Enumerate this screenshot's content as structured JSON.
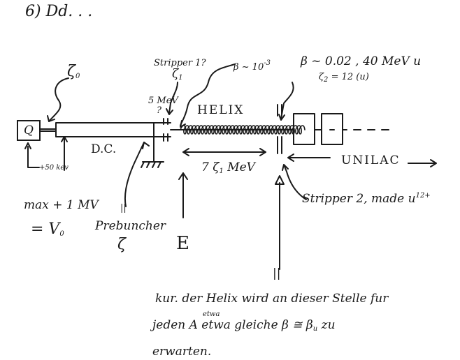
{
  "note": {
    "heading": "6) Dd. . .",
    "source_label": "Q",
    "zeta0": "ζ",
    "zeta0_sub": "0",
    "stripper1": "Stripper 1?",
    "zeta1_top": "ζ",
    "zeta1_top_sub": "1",
    "beta_small": "β ~ 10",
    "beta_small_exp": "-3",
    "beta_right": "β ~ 0.02 , 40 MeV u",
    "zeta2": "ζ",
    "zeta2_rest": "= 12 (u)",
    "zeta2_sub": "2",
    "five_mev": "5 MeV",
    "five_mev_q": "?",
    "helix": "HELIX",
    "dc": "D.C.",
    "ground_note": "+50 kev",
    "max_hv": "max + 1 MV",
    "v0": "= V",
    "v0_sub": "0",
    "prebuncher": "Prebuncher",
    "prebuncher_marker": "||",
    "zeta_mark": "ζ",
    "e_label": "E",
    "seven_zeta": "7 ζ",
    "seven_zeta_sub": "1",
    "seven_zeta_rest": " MeV",
    "unilac": "UNILAC",
    "stripper2": "Stripper 2, made u",
    "stripper2_sup": "12+",
    "arrow_marker": "||",
    "line1": "kur. der Helix wird an dieser Stelle fur",
    "line1_above": "etwa",
    "line2": "jeden A etwa gleiche β ≅ β",
    "line2_sub": "u",
    "line2_tail": "zu",
    "line3": "erwarten."
  }
}
